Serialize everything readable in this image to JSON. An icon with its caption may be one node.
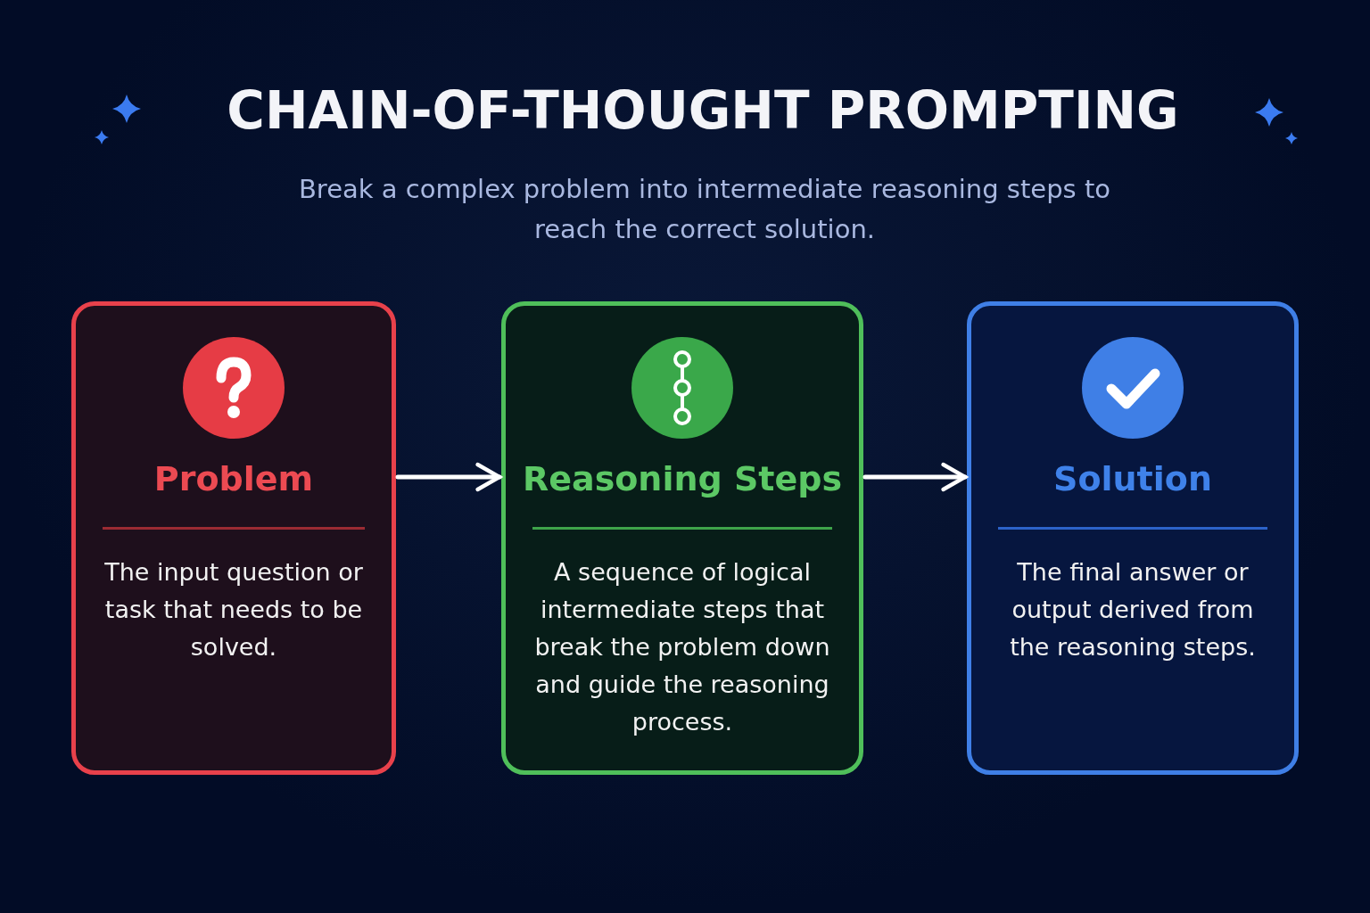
{
  "diagram": {
    "title": "CHAIN-OF-THOUGHT PROMPTING",
    "nodes": [
      {
        "text": [
          "Problem",
          "The input question or task that needs to be solved."
        ]
      },
      {
        "text": [
          "Reasoning Steps",
          "A sequence of logical intermediate steps that break the problem down and guide the reasoning process."
        ]
      },
      {
        "text": [
          "Solution",
          "The final answer or output derived from the reasoning steps."
        ]
      }
    ],
    "edges": [
      {
        "from": 0,
        "to": 1,
        "arrow": "to"
      },
      {
        "from": 1,
        "to": 2,
        "arrow": "to"
      }
    ],
    "labels": [
      "Break a complex problem into intermediate reasoning steps to reach the correct solution."
    ]
  }
}
